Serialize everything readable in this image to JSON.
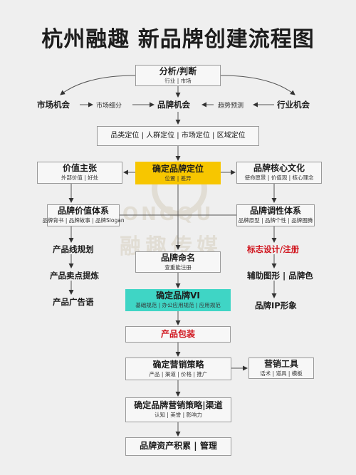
{
  "title": "杭州融趣 新品牌创建流程图",
  "watermark": {
    "line1": "RONGQU",
    "line2": "融趣传媒"
  },
  "colors": {
    "highlight_yellow": "#f7c600",
    "highlight_teal": "#3fd5c5",
    "accent_red": "#d0121b"
  },
  "nodes": {
    "analysis": {
      "label": "分析/判断",
      "sub": "行业 | 市场"
    },
    "market_opportunity": "市场机会",
    "market_segmentation": "市场细分",
    "brand_opportunity": "品牌机会",
    "trend_forecast": "趋势预测",
    "industry_opportunity": "行业机会",
    "positioning_types": "品类定位 | 人群定位 | 市场定位 | 区域定位",
    "value_proposition": {
      "label": "价值主张",
      "sub": "外部价值 | 好处"
    },
    "brand_positioning": {
      "label": "确定品牌定位",
      "sub": "位置 | 差异"
    },
    "core_culture": {
      "label": "品牌核心文化",
      "sub": "使命愿景 | 价值观 | 核心理念"
    },
    "value_system": {
      "label": "品牌价值体系",
      "sub": "品牌背书 | 品牌故事 | 品牌Slogan"
    },
    "tone_system": {
      "label": "品牌调性体系",
      "sub": "品牌原型 | 品牌个性 | 品牌图腾"
    },
    "product_line": "产品线规划",
    "selling_points": "产品卖点提炼",
    "product_ad": "产品广告语",
    "naming": {
      "label": "品牌命名",
      "sub": "查重能注册"
    },
    "logo_design": "标志设计/注册",
    "auxiliary": "辅助图形 | 品牌色",
    "ip_image": "品牌IP形象",
    "brand_vi": {
      "label": "确定品牌VI",
      "sub": "基础规范 | 办公应用规范 | 应用规范"
    },
    "packaging": "产品包装",
    "marketing_strategy": {
      "label": "确定营销策略",
      "sub": "产品 | 渠道 | 价格 | 推广"
    },
    "marketing_tools": {
      "label": "营销工具",
      "sub": "话术 | 道具 | 模板"
    },
    "channel_strategy": {
      "label": "确定品牌营销策略|渠道",
      "sub": "认知 | 美誉 | 影响力"
    },
    "asset_management": "品牌资产积累 | 管理"
  }
}
